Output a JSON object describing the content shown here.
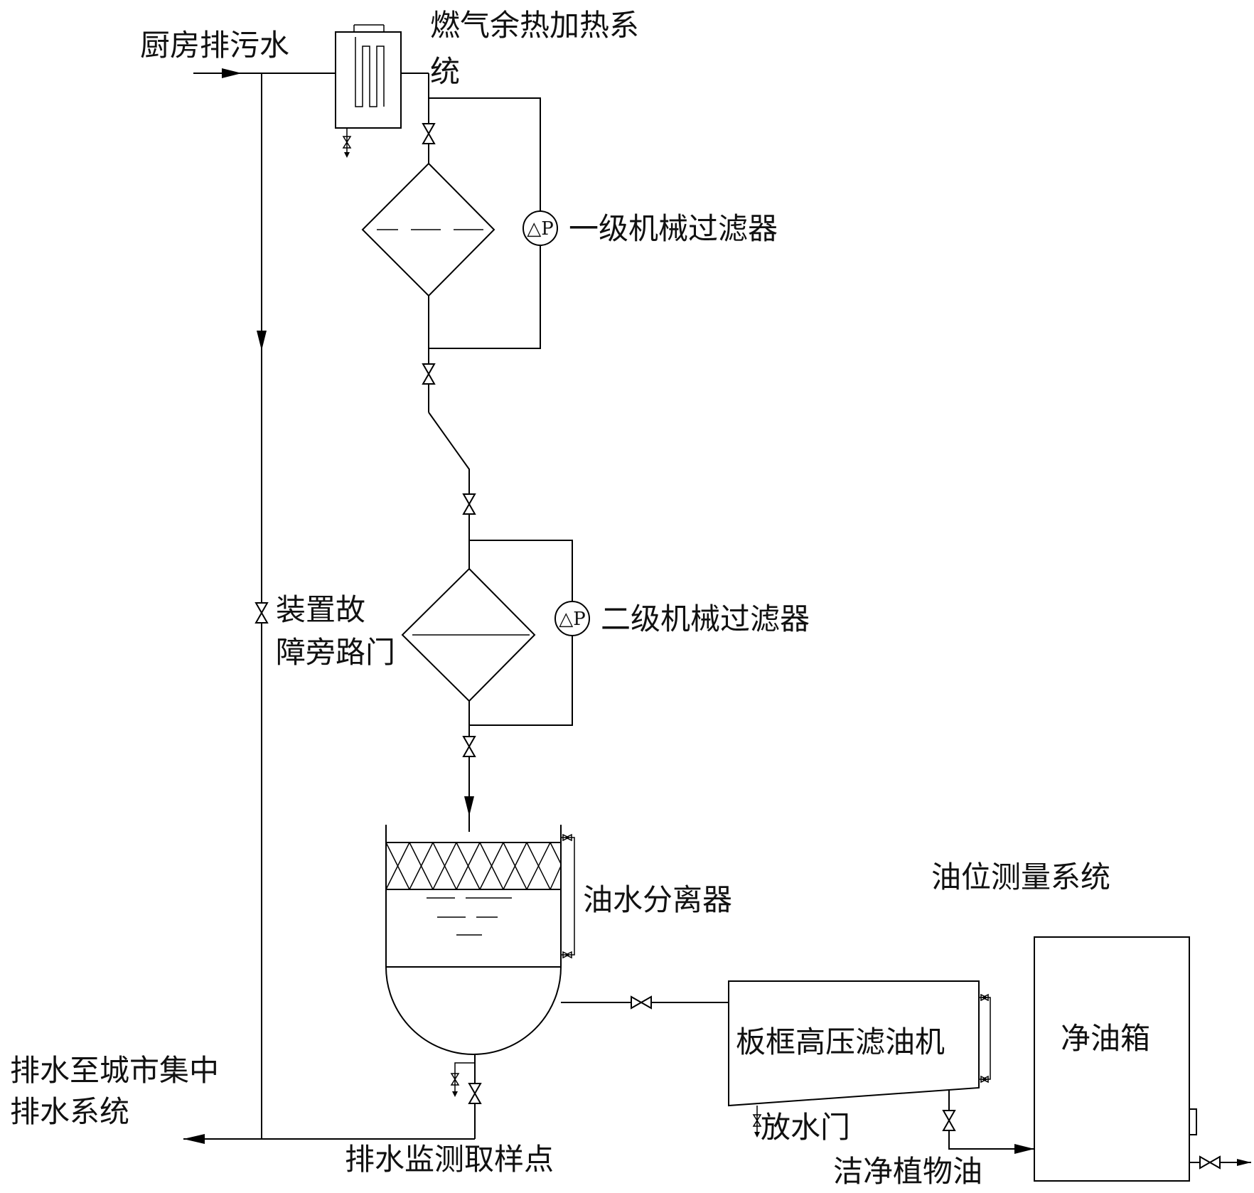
{
  "labels": {
    "kitchen_wastewater": "厨房排污水",
    "gas_heating_line1": "燃气余热加热系",
    "gas_heating_line2": "统",
    "primary_filter": "一级机械过滤器",
    "secondary_filter": "二级机械过滤器",
    "bypass_line1": "装置故",
    "bypass_line2": "障旁路门",
    "oil_water_separator": "油水分离器",
    "oil_level_system": "油位测量系统",
    "plate_filter_press": "板框高压滤油机",
    "clean_oil_tank": "净油箱",
    "drain_line1": "排水至城市集中",
    "drain_line2": "排水系统",
    "sampling_point": "排水监测取样点",
    "drain_valve": "放水门",
    "clean_vegetable_oil": "洁净植物油",
    "dp_symbol": "△P"
  }
}
